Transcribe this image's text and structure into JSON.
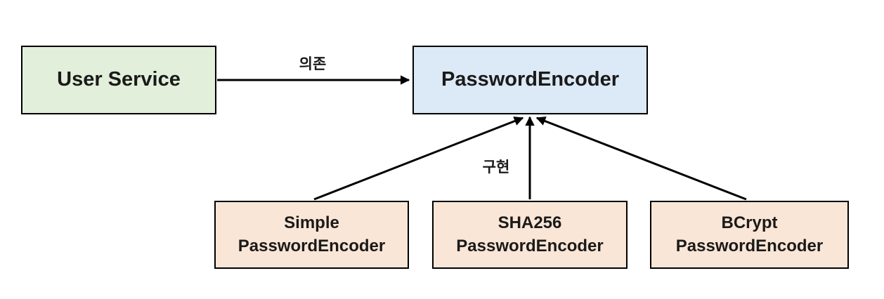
{
  "diagram": {
    "nodes": {
      "user_service": {
        "label": "User Service",
        "fill": "#e2efda"
      },
      "password_encoder": {
        "label": "PasswordEncoder",
        "fill": "#dce9f6"
      },
      "simple_password_encoder": {
        "label": "Simple\nPasswordEncoder",
        "fill": "#fae6d6"
      },
      "sha256_password_encoder": {
        "label": "SHA256\nPasswordEncoder",
        "fill": "#fae6d6"
      },
      "bcrypt_password_encoder": {
        "label": "BCrypt\nPasswordEncoder",
        "fill": "#fae6d6"
      }
    },
    "edges": {
      "dependency": {
        "label": "의존",
        "from": "user_service",
        "to": "password_encoder"
      },
      "implementation": {
        "label": "구현",
        "from": [
          "simple_password_encoder",
          "sha256_password_encoder",
          "bcrypt_password_encoder"
        ],
        "to": "password_encoder"
      }
    },
    "colors": {
      "background": "#ffffff",
      "border": "#000000",
      "arrow": "#000000",
      "user_service_fill": "#e2efda",
      "password_encoder_fill": "#dce9f6",
      "implementation_fill": "#fae6d6"
    }
  }
}
